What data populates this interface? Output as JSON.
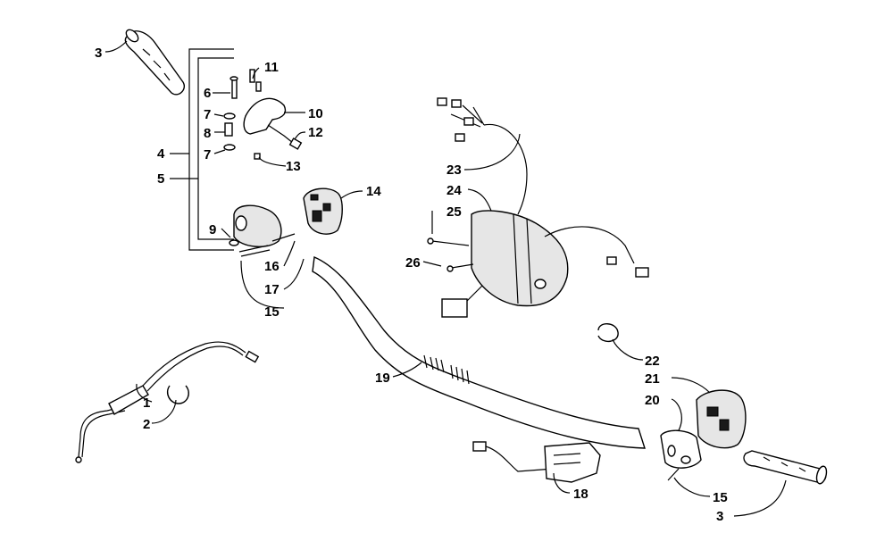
{
  "callouts": {
    "c1": "1",
    "c2": "2",
    "c3a": "3",
    "c3b": "3",
    "c4": "4",
    "c5": "5",
    "c6": "6",
    "c7a": "7",
    "c7b": "7",
    "c8": "8",
    "c9": "9",
    "c10": "10",
    "c11": "11",
    "c12": "12",
    "c13": "13",
    "c14": "14",
    "c15a": "15",
    "c15b": "15",
    "c16": "16",
    "c17": "17",
    "c18": "18",
    "c19": "19",
    "c20": "20",
    "c21": "21",
    "c22": "22",
    "c23": "23",
    "c24": "24",
    "c25": "25",
    "c26": "26"
  },
  "colors": {
    "line": "#000000",
    "fill": "#ffffff",
    "shade": "#e6e6e6"
  }
}
